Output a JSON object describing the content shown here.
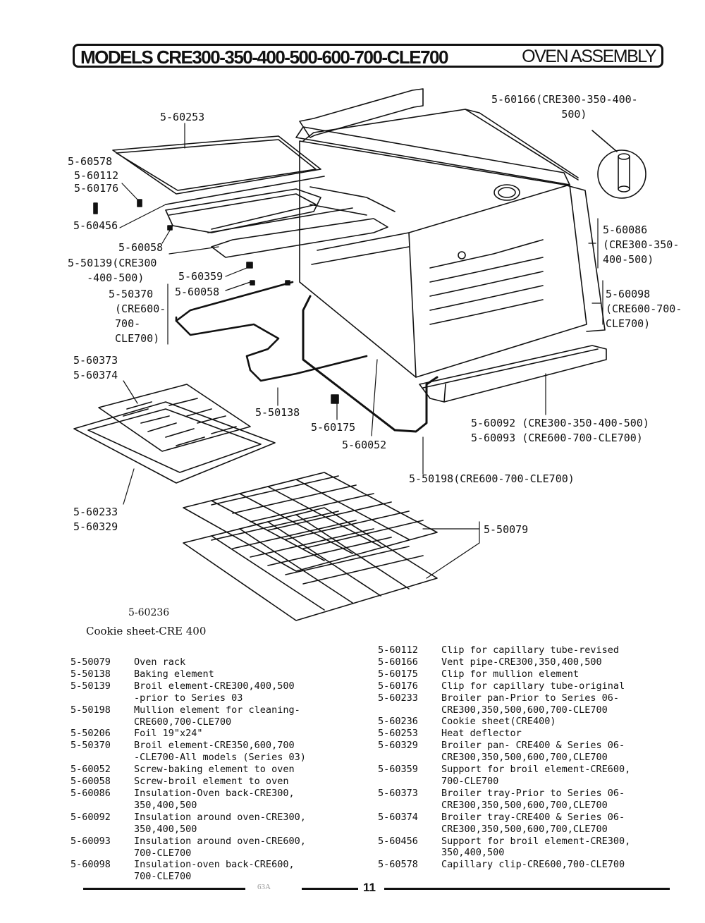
{
  "header": {
    "title": "MODELS CRE300-350-400-500-600-700-CLE700",
    "subtitle": "OVEN ASSEMBLY"
  },
  "callouts": {
    "p60166": "5-60166(CRE300-350-400-\n           500)",
    "p60253": "5-60253",
    "p60578": "5-60578",
    "p60112": "5-60112",
    "p60176": "5-60176",
    "p60456": "5-60456",
    "p60058a": "5-60058",
    "p50139": "5-50139(CRE300\n   -400-500)",
    "p60359": "5-60359",
    "p60058b": "5-60058",
    "p50370": "5-50370\n (CRE600-\n 700-\n CLE700)",
    "p60086": "5-60086\n(CRE300-350-\n400-500)",
    "p60098": "5-60098\n(CRE600-700-\nCLE700)",
    "p60373": "5-60373\n5-60374",
    "p50138": "5-50138",
    "p60175": "5-60175",
    "p60052": "5-60052",
    "p60092": "5-60092 (CRE300-350-400-500)\n5-60093 (CRE600-700-CLE700)",
    "p50198": "5-50198(CRE600-700-CLE700)",
    "p60233": "5-60233\n5-60329",
    "p50079": "5-50079",
    "p60236": "5-60236",
    "cookie": "Cookie sheet-CRE 400"
  },
  "legend_left": [
    {
      "num": "5-50079",
      "desc": "Oven rack"
    },
    {
      "num": "5-50138",
      "desc": "Baking element"
    },
    {
      "num": "5-50139",
      "desc": "Broil element-CRE300,400,500\n-prior to Series 03"
    },
    {
      "num": "5-50198",
      "desc": "Mullion element for cleaning-\nCRE600,700-CLE700"
    },
    {
      "num": "5-50206",
      "desc": "Foil 19\"x24\""
    },
    {
      "num": "5-50370",
      "desc": "Broil element-CRE350,600,700\n-CLE700-All models (Series 03)"
    },
    {
      "num": "5-60052",
      "desc": "Screw-baking element to oven"
    },
    {
      "num": "5-60058",
      "desc": "Screw-broil element to oven"
    },
    {
      "num": "5-60086",
      "desc": "Insulation-Oven back-CRE300,\n350,400,500"
    },
    {
      "num": "5-60092",
      "desc": "Insulation around oven-CRE300,\n350,400,500"
    },
    {
      "num": "5-60093",
      "desc": "Insulation around oven-CRE600,\n700-CLE700"
    },
    {
      "num": "5-60098",
      "desc": "Insulation-oven back-CRE600,\n700-CLE700"
    }
  ],
  "legend_right": [
    {
      "num": "5-60112",
      "desc": "Clip for capillary tube-revised"
    },
    {
      "num": "5-60166",
      "desc": "Vent pipe-CRE300,350,400,500"
    },
    {
      "num": "5-60175",
      "desc": "Clip for mullion element"
    },
    {
      "num": "5-60176",
      "desc": "Clip for capillary tube-original"
    },
    {
      "num": "5-60233",
      "desc": "Broiler pan-Prior to Series 06-\nCRE300,350,500,600,700-CLE700"
    },
    {
      "num": "5-60236",
      "desc": "Cookie sheet(CRE400)"
    },
    {
      "num": "5-60253",
      "desc": "Heat deflector"
    },
    {
      "num": "5-60329",
      "desc": "Broiler pan- CRE400 & Series 06-\nCRE300,350,500,600,700,CLE700"
    },
    {
      "num": "5-60359",
      "desc": "Support for broil element-CRE600,\n700-CLE700"
    },
    {
      "num": "5-60373",
      "desc": "Broiler tray-Prior to Series 06-\nCRE300,350,500,600,700,CLE700"
    },
    {
      "num": "5-60374",
      "desc": "Broiler tray-CRE400 & Series 06-\nCRE300,350,500,600,700,CLE700"
    },
    {
      "num": "5-60456",
      "desc": "Support for broil element-CRE300,\n350,400,500"
    },
    {
      "num": "5-60578",
      "desc": "Capillary clip-CRE600,700-CLE700"
    }
  ],
  "footer": {
    "page_number": "11",
    "mark": "63A"
  }
}
